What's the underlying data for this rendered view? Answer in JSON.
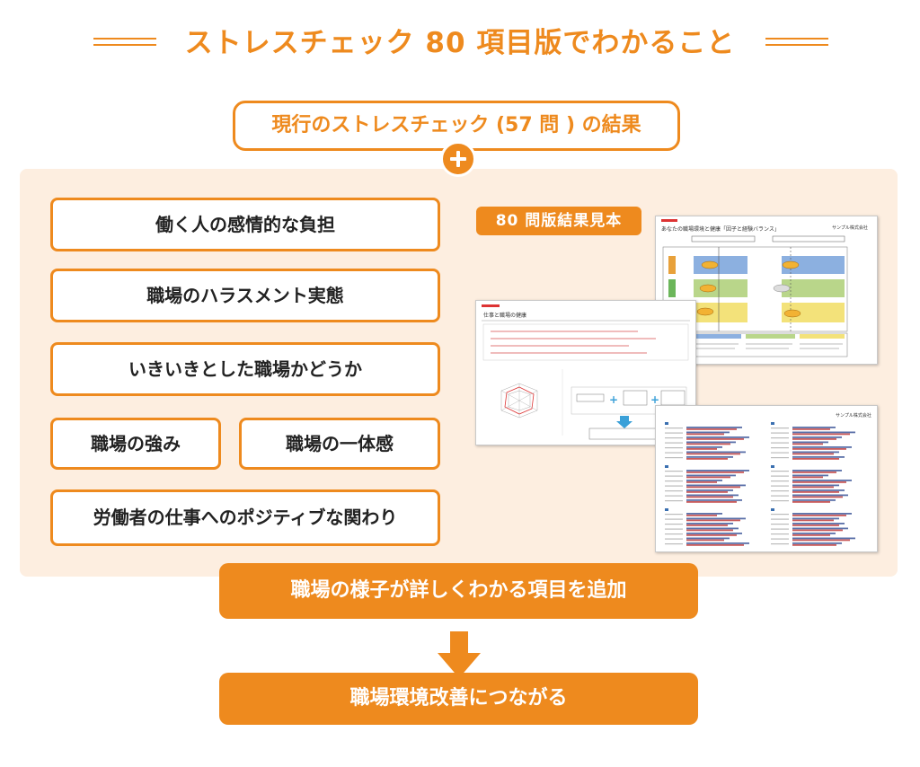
{
  "title": "ストレスチェック 80 項目版でわかること",
  "current_check": "現行のストレスチェック (57 問 ) の結果",
  "items": [
    "働く人の感情的な負担",
    "職場のハラスメント実態",
    "いきいきとした職場かどうか",
    "職場の強み",
    "職場の一体感",
    "労働者の仕事へのポジティブな関わり"
  ],
  "sample_label": "80 問版結果見本",
  "doc_top": {
    "heading": "あなたの職場環境と健康「因子と経験バランス」",
    "corner": "サンプル株式会社"
  },
  "doc_mid": {
    "heading": "仕事と職場の健康"
  },
  "doc_bottom": {
    "corner": "サンプル株式会社"
  },
  "add_items_banner": "職場の様子が詳しくわかる項目を追加",
  "result_banner": "職場環境改善につながる",
  "colors": {
    "accent": "#ee8a1e",
    "panel": "#fdeee0"
  }
}
